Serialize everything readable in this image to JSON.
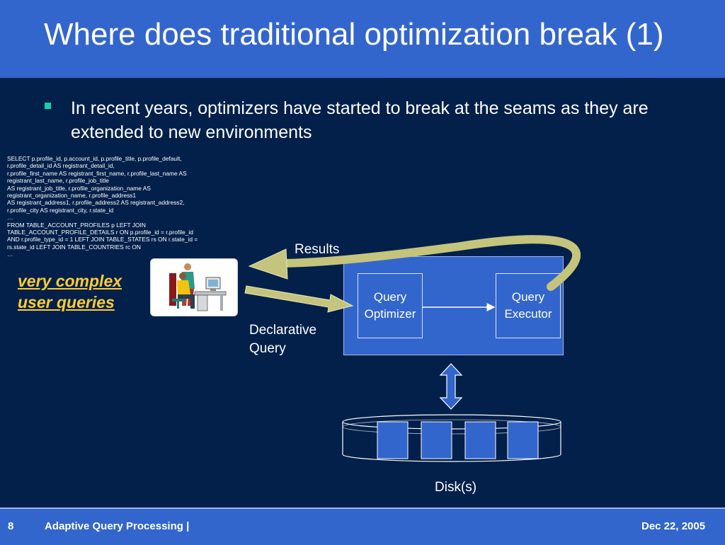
{
  "slide": {
    "title": "Where does traditional optimization break (1)",
    "bullet": "In recent years, optimizers have started to break at the seams as they are extended to new environments"
  },
  "sql_lines": [
    "SELECT p.profile_id, p.account_id, p.profile_title, p.profile_default,",
    "r.profile_detail_id AS registrant_detail_id,",
    "r.profile_first_name AS registrant_first_name, r.profile_last_name AS",
    "registrant_last_name, r.profile_job_title",
    "AS registrant_job_title, r.profile_organization_name AS",
    "registrant_organization_name, r.profile_address1",
    "AS registrant_address1, r.profile_address2 AS registrant_address2,",
    "r.profile_city AS registrant_city, r.state_id",
    "…",
    "FROM TABLE_ACCOUNT_PROFILES p LEFT JOIN",
    "TABLE_ACCOUNT_PROFILE_DETAILS r ON p.profile_id = r.profile_id",
    "AND r.profile_type_id = 1 LEFT JOIN TABLE_STATES rs ON r.state_id =",
    "rs.state_id LEFT JOIN TABLE_COUNTRIES rc ON",
    " …"
  ],
  "labels": {
    "complex_line1": "very complex",
    "complex_line2": "user queries",
    "results": "Results",
    "declarative_line1": "Declarative",
    "declarative_line2": "Query",
    "disks": "Disk(s)"
  },
  "optimizer": {
    "line1": "Query",
    "line2": "Optimizer"
  },
  "executor": {
    "line1": "Query",
    "line2": "Executor"
  },
  "footer": {
    "page_number": "8",
    "title": "Adaptive Query Processing |",
    "date": "Dec 22, 2005"
  },
  "colors": {
    "title_bar": "#3366cc",
    "background": "#02204a",
    "bullet": "#19cfae",
    "highlight_text": "#ffcc33",
    "arrow_fill": "#c5c47c"
  },
  "icons": {
    "user": "people-at-computer-icon",
    "bullet": "square-bullet-icon",
    "database": "disk-cylinder-icon"
  }
}
